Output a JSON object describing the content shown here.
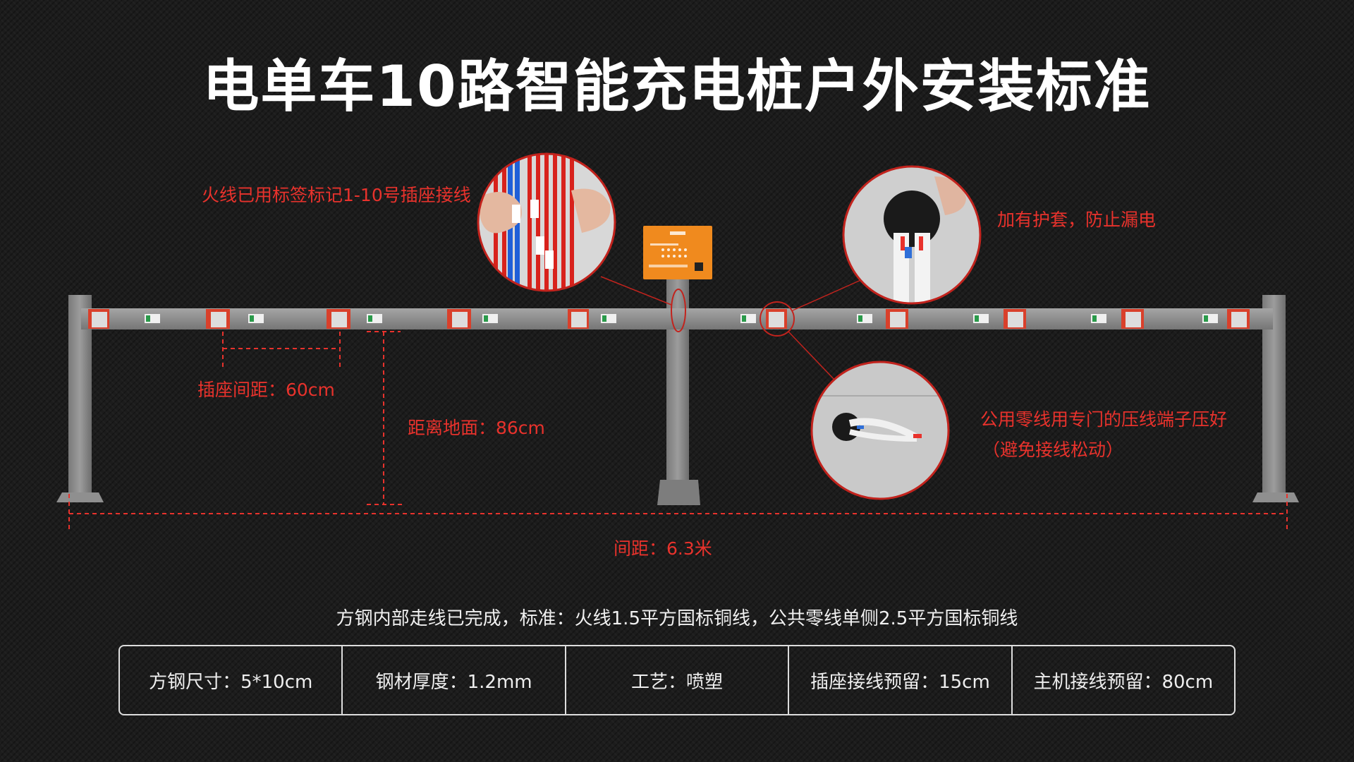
{
  "title": "电单车10路智能充电桩户外安装标准",
  "callouts": {
    "labels_wire": "火线已用标签标记1-10号插座接线",
    "sleeve": "加有护套，防止漏电",
    "neutral_line1": "公用零线用专门的压线端子压好",
    "neutral_line2": "（避免接线松动）"
  },
  "dimensions": {
    "socket_spacing": "插座间距：60cm",
    "ground_height": "距离地面：86cm",
    "span": "间距：6.3米"
  },
  "description": "方钢内部走线已完成，标准：火线1.5平方国标铜线，公共零线单侧2.5平方国标铜线",
  "specs": [
    "方钢尺寸：5*10cm",
    "钢材厚度：1.2mm",
    "工艺：喷塑",
    "插座接线预留：15cm",
    "主机接线预留：80cm"
  ],
  "colors": {
    "accent_red": "#e8322c",
    "steel_gray": "#8a8a8a",
    "charger_orange": "#f08a1e",
    "socket_red": "#d9402b"
  },
  "icons": [
    "socket-icon",
    "qr-label-icon",
    "charger-box-icon"
  ]
}
